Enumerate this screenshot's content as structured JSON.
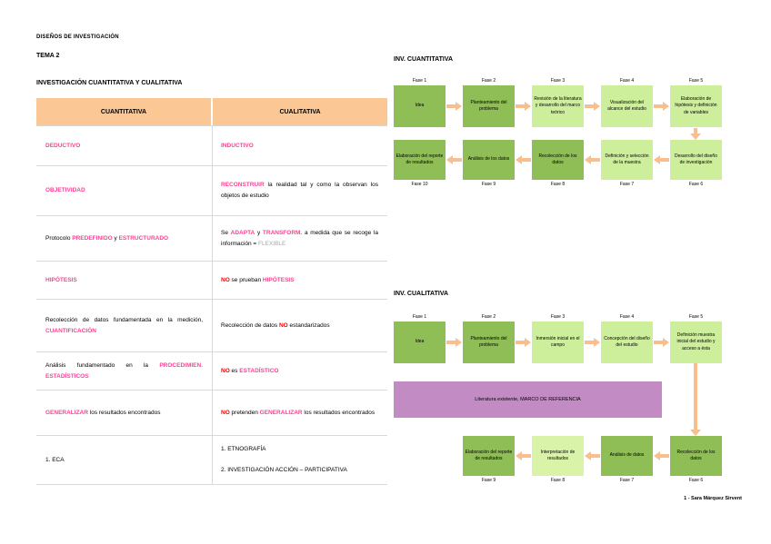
{
  "page": {
    "doc_header": "DISEÑOS DE INVESTIGACIÓN",
    "tema": "TEMA 2",
    "section_title": "INVESTIGACIÓN CUANTITATIVA Y CUALITATIVA",
    "footer": "1 - Sara Márquez Sirvent"
  },
  "colors": {
    "pink_accent": "#FF4195",
    "red_accent": "#FF0000",
    "gray_accent": "#A6A6A6",
    "dark_green_box": "#8EBE55",
    "light_green_box": "#CDEE9B",
    "lighter_green_box": "#D9F4A8",
    "arrow_peach": "#F9BE8B",
    "table_header_orange": "#FBC795",
    "purple_banner": "#C38BC3"
  },
  "table": {
    "headers": [
      "CUANTITATIVA",
      "CUALITATIVA"
    ],
    "rows": [
      {
        "left": [
          {
            "t": "DEDUCTIVO",
            "c": "pink"
          }
        ],
        "right": [
          {
            "t": "INDUCTIVO",
            "c": "pink"
          }
        ]
      },
      {
        "left": [
          {
            "t": "OBJETIVIDAD",
            "c": "pink"
          }
        ],
        "right": [
          {
            "t": "RECONSTRUIR",
            "c": "pink"
          },
          {
            "t": " la realidad tal y como la observan los objetos de estudio"
          }
        ]
      },
      {
        "left": [
          {
            "t": "Protocolo "
          },
          {
            "t": "PREDEFINIDO",
            "c": "pink"
          },
          {
            "t": " y "
          },
          {
            "t": "ESTRUCTURADO",
            "c": "pink"
          }
        ],
        "right": [
          {
            "t": "Se "
          },
          {
            "t": "ADAPTA",
            "c": "pink"
          },
          {
            "t": " y "
          },
          {
            "t": "TRANSFORM.",
            "c": "pink"
          },
          {
            "t": " a medida que se recoge la información = "
          },
          {
            "t": "FLEXIBLE",
            "c": "gray"
          }
        ]
      },
      {
        "left": [
          {
            "t": "HIPÓTESIS",
            "c": "pink"
          }
        ],
        "right": [
          {
            "t": "NO",
            "c": "red"
          },
          {
            "t": " se prueban "
          },
          {
            "t": "HIPÓTESIS",
            "c": "pink"
          }
        ]
      },
      {
        "left": [
          {
            "t": "Recolección de datos fundamentada en la medición, "
          },
          {
            "t": "CUANTIFICACIÓN",
            "c": "pink"
          }
        ],
        "right": [
          {
            "t": "Recolección de datos "
          },
          {
            "t": "NO",
            "c": "red"
          },
          {
            "t": " estandarizados"
          }
        ]
      },
      {
        "left": [
          {
            "t": "Análisis fundamentado en la "
          },
          {
            "t": "PROCEDIMIEN. ESTADÍSTICOS",
            "c": "pink"
          }
        ],
        "right": [
          {
            "t": "NO",
            "c": "red"
          },
          {
            "t": " es "
          },
          {
            "t": "ESTADÍSTICO",
            "c": "pink"
          }
        ]
      },
      {
        "left": [
          {
            "t": "GENERALIZAR",
            "c": "pink"
          },
          {
            "t": " los resultados encontrados"
          }
        ],
        "right": [
          {
            "t": "NO",
            "c": "red"
          },
          {
            "t": " pretenden "
          },
          {
            "t": "GENERALIZAR",
            "c": "pink"
          },
          {
            "t": " los resultados encontrados"
          }
        ]
      },
      {
        "left": [
          {
            "t": "1. ECA"
          }
        ],
        "right": [
          {
            "t": "1. ETNOGRAFÍA"
          },
          {
            "br": 2
          },
          {
            "t": "2. INVESTIGACIÓN ACCIÓN – PARTICIPATIVA"
          }
        ]
      }
    ]
  },
  "flow_quant": {
    "title": "INV. CUANTITATIVA",
    "row1": [
      {
        "fase": "Fase 1",
        "text": "Idea",
        "shade": "dark"
      },
      {
        "fase": "Fase 2",
        "text": "Planteamiento del problema",
        "shade": "dark"
      },
      {
        "fase": "Fase 3",
        "text": "Revisión de la literatura y desarrollo del marco teórico",
        "shade": "light"
      },
      {
        "fase": "Fase 4",
        "text": "Visualización del alcance del estudio",
        "shade": "light"
      },
      {
        "fase": "Fase 5",
        "text": "Elaboración de hipótesis y definición de variables",
        "shade": "light"
      }
    ],
    "row2": [
      {
        "fase": "Fase 10",
        "text": "Elaboración del reporte de resultados",
        "shade": "dark"
      },
      {
        "fase": "Fase 9",
        "text": "Análisis de los datos",
        "shade": "dark"
      },
      {
        "fase": "Fase 8",
        "text": "Recolección de los datos",
        "shade": "dark"
      },
      {
        "fase": "Fase 7",
        "text": "Definición y selección de la muestra",
        "shade": "light"
      },
      {
        "fase": "Fase 6",
        "text": "Desarrollo del diseño de investigación",
        "shade": "light"
      }
    ]
  },
  "flow_qual": {
    "title": "INV. CUALITATIVA",
    "banner": "Literatura existente, MARCO DE REFERENCIA",
    "row1": [
      {
        "fase": "Fase 1",
        "text": "Idea",
        "shade": "dark"
      },
      {
        "fase": "Fase 2",
        "text": "Planteamiento del problema",
        "shade": "dark"
      },
      {
        "fase": "Fase 3",
        "text": "Inmersión inicial en el campo",
        "shade": "light"
      },
      {
        "fase": "Fase 4",
        "text": "Concepción del diseño del estudio",
        "shade": "light"
      },
      {
        "fase": "Fase 5",
        "text": "Definición muestra inicial del estudio y acceso a ésta",
        "shade": "light"
      }
    ],
    "row2": [
      {
        "fase": "Fase 9",
        "text": "Elaboración del reporte de resultados",
        "shade": "dark"
      },
      {
        "fase": "Fase 8",
        "text": "Interpretación de resultados",
        "shade": "lighter"
      },
      {
        "fase": "Fase 7",
        "text": "Análisis de datos",
        "shade": "dark"
      },
      {
        "fase": "Fase 6",
        "text": "Recolección de los datos",
        "shade": "dark"
      }
    ]
  }
}
